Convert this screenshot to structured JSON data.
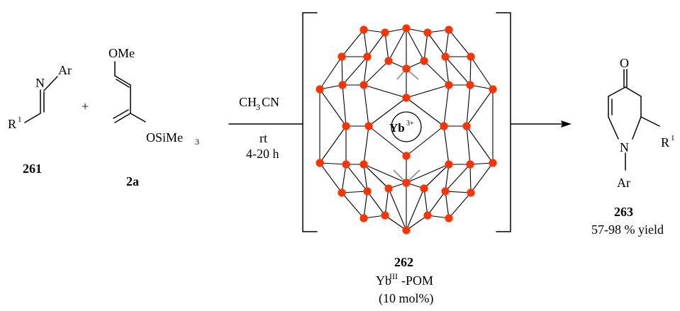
{
  "reactant_imine": {
    "compound_number": "261",
    "n_atom": "N",
    "ar_label": "Ar",
    "r_label": "R",
    "r_superscript": "1"
  },
  "plus_sign": "+",
  "reactant_diene": {
    "compound_number": "2a",
    "methoxy_label": "OMe",
    "silyl_prefix": "OSiMe",
    "silyl_subscript": "3"
  },
  "conditions": {
    "solvent_prefix": "CH",
    "solvent_subscript": "3",
    "solvent_suffix": "CN",
    "temperature": "rt",
    "time": "4-20 h"
  },
  "catalyst": {
    "compound_number": "262",
    "name_prefix": "Yb",
    "name_superscript": "III",
    "name_suffix": "-POM",
    "loading": "(10 mol%)",
    "center_ion": "Yb",
    "center_charge": "3+",
    "node_color": "#ff3300"
  },
  "product": {
    "compound_number": "263",
    "yield": "57-98 % yield",
    "o_atom": "O",
    "n_atom": "N",
    "ar_label": "Ar",
    "r_label": "R",
    "r_superscript": "1"
  }
}
